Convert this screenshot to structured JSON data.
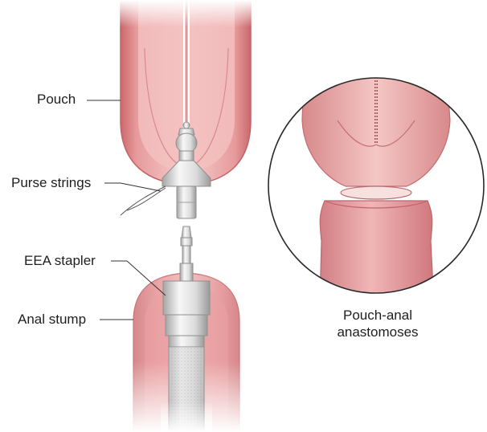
{
  "diagram": {
    "labels": {
      "pouch": "Pouch",
      "purse_strings": "Purse strings",
      "eea_stapler": "EEA stapler",
      "anal_stump": "Anal stump",
      "inset_line1": "Pouch-anal",
      "inset_line2": "anastomoses"
    },
    "colors": {
      "tissue_light": "#f2c2c1",
      "tissue_mid": "#e79a9b",
      "tissue_dark": "#c9686c",
      "tissue_inner": "#b95158",
      "metal_light": "#f4f4f4",
      "metal_mid": "#d7d7d7",
      "metal_dark": "#9a9a9a",
      "leader_line": "#333333",
      "text": "#1e1e1e"
    },
    "icons": [
      "pouch-illustration",
      "stapler-anvil",
      "eea-stapler-shaft",
      "anal-stump-illustration",
      "magnified-inset-circle"
    ]
  }
}
